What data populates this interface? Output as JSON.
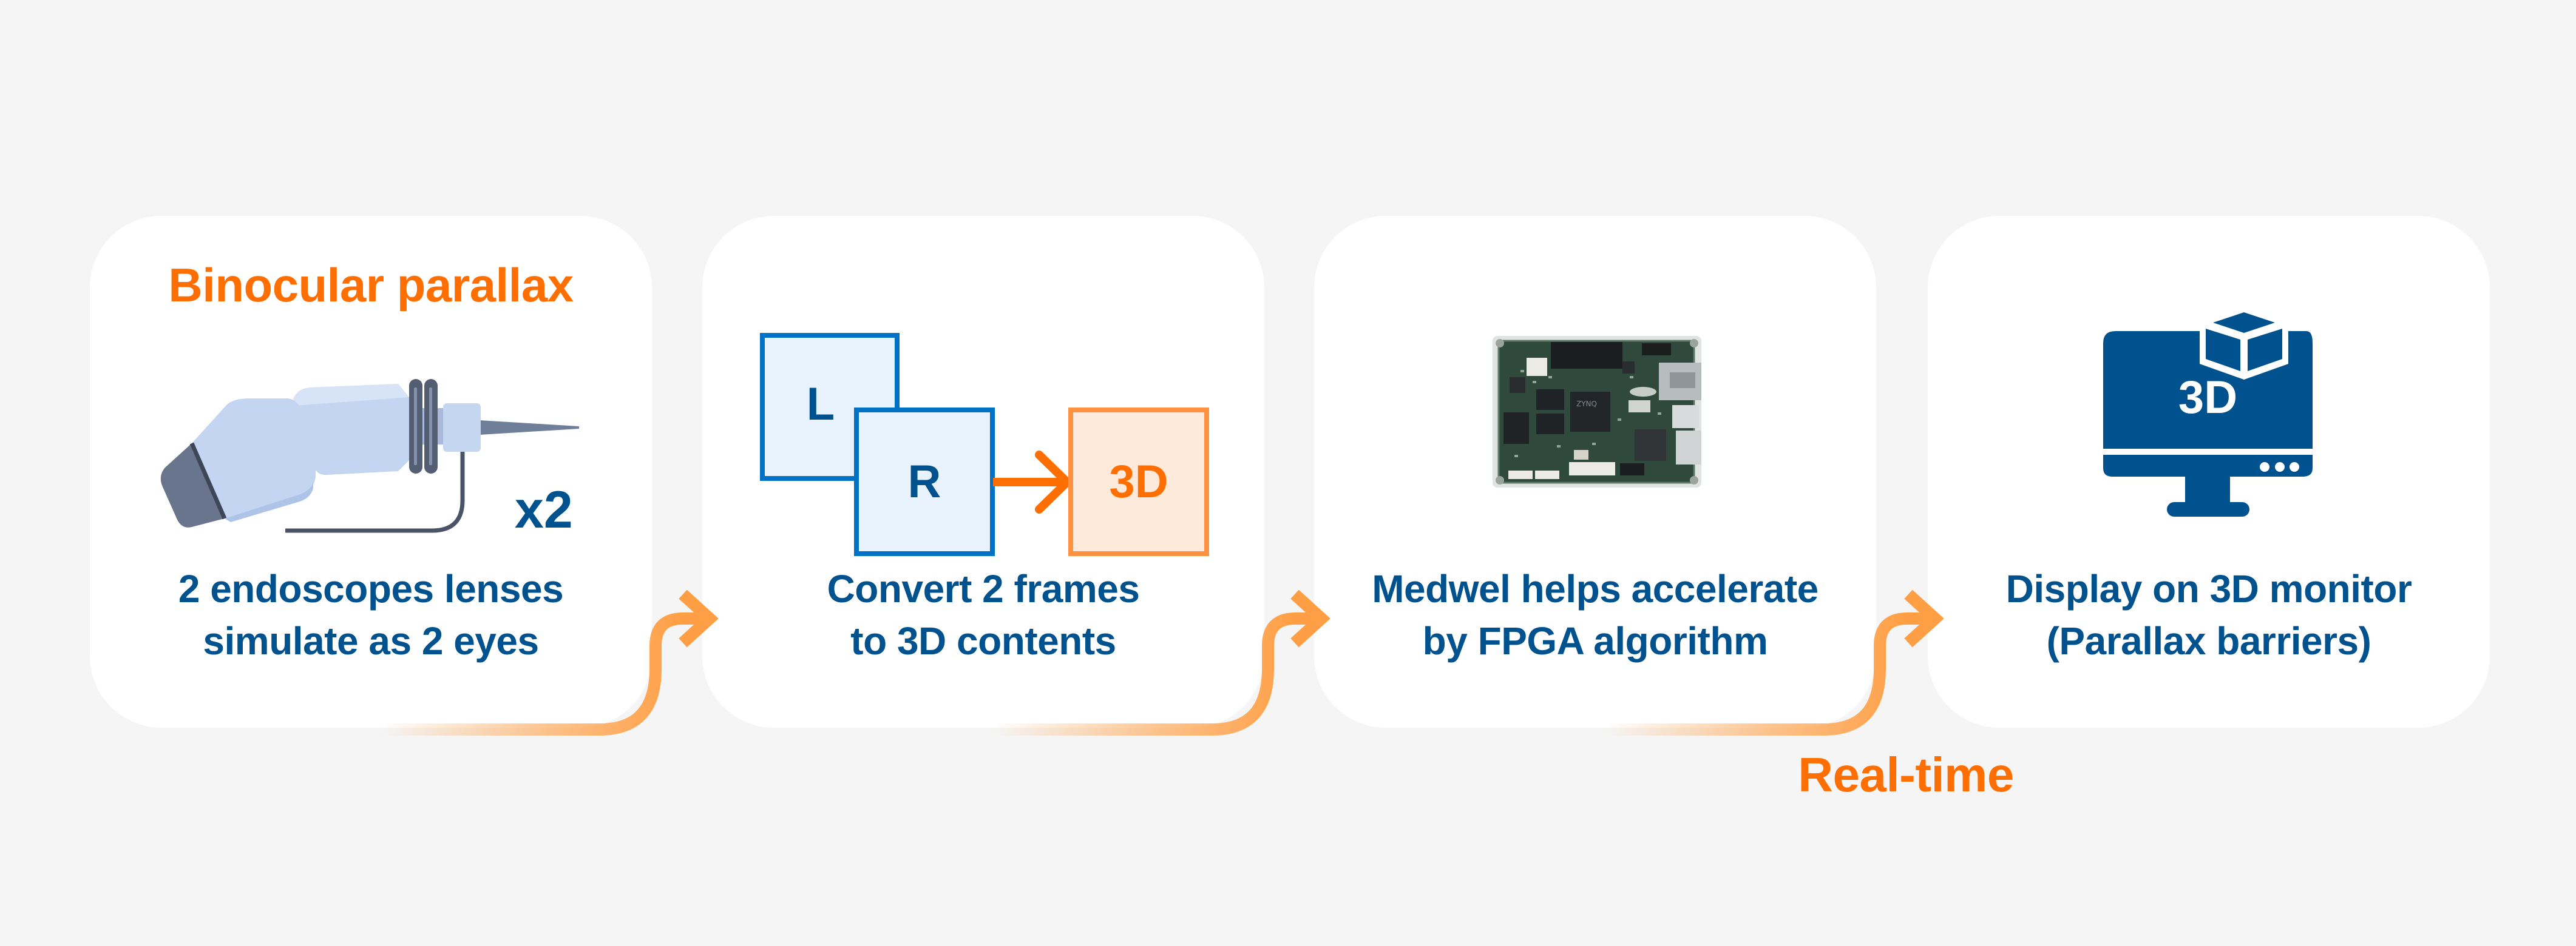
{
  "colors": {
    "background": "#f5f5f5",
    "card": "#ffffff",
    "accent_orange": "#ff6e00",
    "connector_orange": "#ff9f45",
    "primary_blue": "#00528f",
    "frame_blue": "#0072c6"
  },
  "steps": [
    {
      "title": "Binocular parallax",
      "icon": "endoscope-icon",
      "badge": "x2",
      "lines": [
        "2 endoscopes lenses",
        "simulate as 2 eyes"
      ]
    },
    {
      "icon": "frames-to-3d-icon",
      "frames": {
        "left": "L",
        "right": "R",
        "output": "3D"
      },
      "lines": [
        "Convert 2 frames",
        "to 3D contents"
      ]
    },
    {
      "icon": "fpga-board-image",
      "board_chip_marking": "ZYNQ",
      "lines": [
        "Medwel helps accelerate",
        "by FPGA algorithm"
      ]
    },
    {
      "icon": "3d-monitor-icon",
      "screen_label": "3D",
      "lines": [
        "Display on 3D monitor",
        "(Parallax barriers)"
      ]
    }
  ],
  "connectors": [
    {
      "from": 0,
      "to": 1,
      "icon": "arrow-right-icon"
    },
    {
      "from": 1,
      "to": 2,
      "icon": "arrow-right-icon"
    },
    {
      "from": 2,
      "to": 3,
      "icon": "arrow-right-icon"
    }
  ],
  "realtime_label": "Real-time"
}
